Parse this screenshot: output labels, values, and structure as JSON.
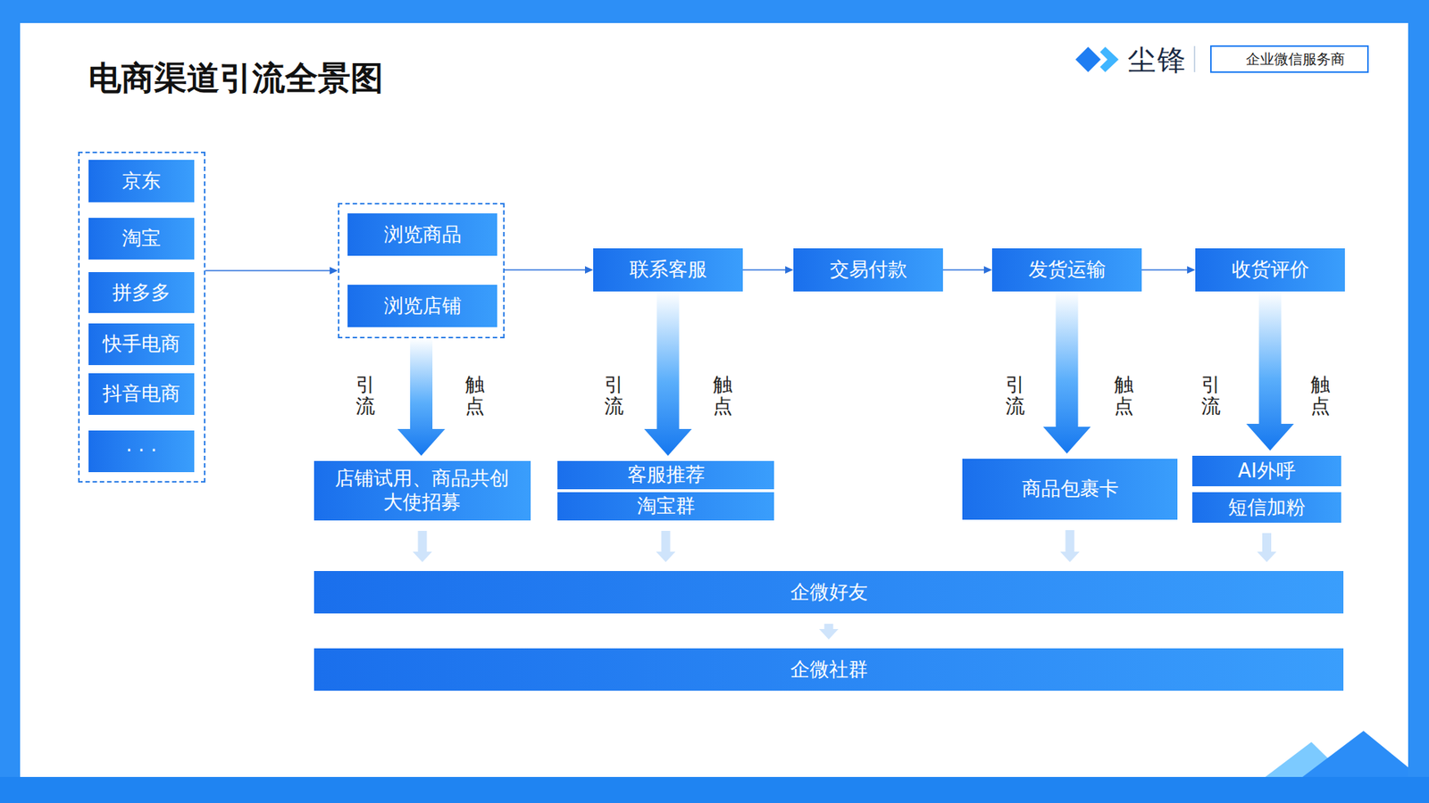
{
  "diagram": {
    "title": "电商渠道引流全景图",
    "nodes": [
      {
        "text": [
          "企业微信服务商"
        ]
      },
      {
        "text": []
      },
      {
        "text": [
          "京东"
        ],
        "in": 1
      },
      {
        "text": [
          "淘宝"
        ],
        "in": 1
      },
      {
        "text": [
          "拼多多"
        ],
        "in": 1
      },
      {
        "text": [
          "快手电商"
        ],
        "in": 1
      },
      {
        "text": [
          "抖音电商"
        ],
        "in": 1
      },
      {
        "text": [
          "· · ·"
        ],
        "in": 1
      },
      {
        "text": []
      },
      {
        "text": [
          "浏览商品"
        ],
        "in": 8
      },
      {
        "text": [
          "浏览店铺"
        ],
        "in": 8
      },
      {
        "text": [
          "联系客服"
        ]
      },
      {
        "text": [
          "交易付款"
        ]
      },
      {
        "text": [
          "发货运输"
        ]
      },
      {
        "text": [
          "收货评价"
        ]
      },
      {
        "text": [
          "店铺试用、商品共创大使招募"
        ]
      },
      {
        "text": [
          "客服推荐"
        ]
      },
      {
        "text": [
          "淘宝群"
        ]
      },
      {
        "text": [
          "商品包裹卡"
        ]
      },
      {
        "text": [
          "AI外呼"
        ]
      },
      {
        "text": [
          "短信加粉"
        ]
      },
      {
        "text": [
          "企微好友"
        ]
      },
      {
        "text": [
          "企微社群"
        ]
      }
    ],
    "edges": [
      {
        "from": 1,
        "to": 8,
        "arrow": "to"
      },
      {
        "from": 8,
        "to": 11,
        "arrow": "to"
      },
      {
        "from": 11,
        "to": 12,
        "arrow": "to"
      },
      {
        "from": 12,
        "to": 13,
        "arrow": "to"
      },
      {
        "from": 13,
        "to": 14,
        "arrow": "to"
      },
      {
        "from": 8,
        "to": 15,
        "arrow": "to"
      },
      {
        "from": 11,
        "to": 16,
        "arrow": "to"
      },
      {
        "from": 13,
        "to": 18,
        "arrow": "to"
      },
      {
        "from": 14,
        "to": 19,
        "arrow": "to"
      },
      {
        "from": 15,
        "to": 21,
        "arrow": "to"
      },
      {
        "from": 17,
        "to": 21,
        "arrow": "to"
      },
      {
        "from": 18,
        "to": 21,
        "arrow": "to"
      },
      {
        "from": 20,
        "to": 21,
        "arrow": "to"
      },
      {
        "from": 21,
        "to": 22,
        "arrow": "to"
      }
    ],
    "labels": [
      "尘锋",
      "引流",
      "触点",
      "引流",
      "触点",
      "引流",
      "触点",
      "引流",
      "触点"
    ]
  }
}
